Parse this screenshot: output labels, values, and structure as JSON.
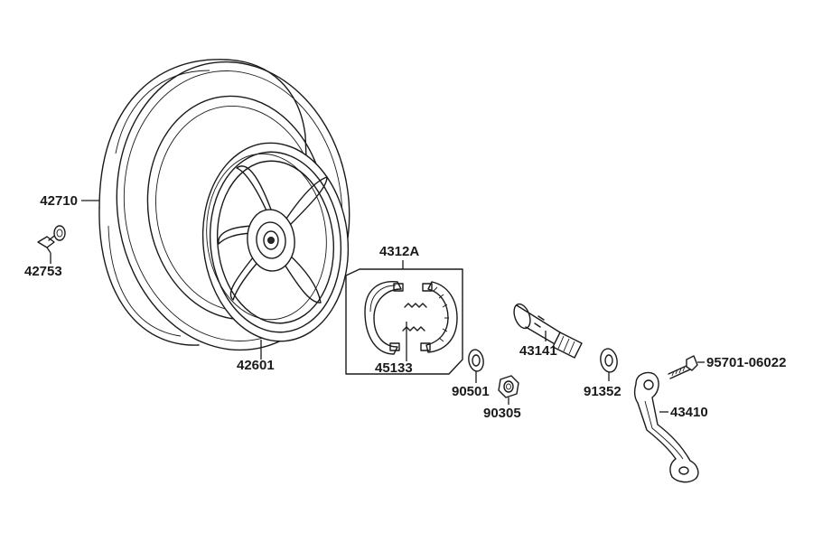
{
  "diagram": {
    "labels": {
      "tire": "42710",
      "valve": "42753",
      "wheel": "42601",
      "brake_shoe_set": "4312A",
      "spring": "45133",
      "shaft": "43141",
      "washer_left": "90501",
      "nut": "90305",
      "washer_right": "91352",
      "bolt": "95701-06022",
      "arm": "43410"
    }
  }
}
